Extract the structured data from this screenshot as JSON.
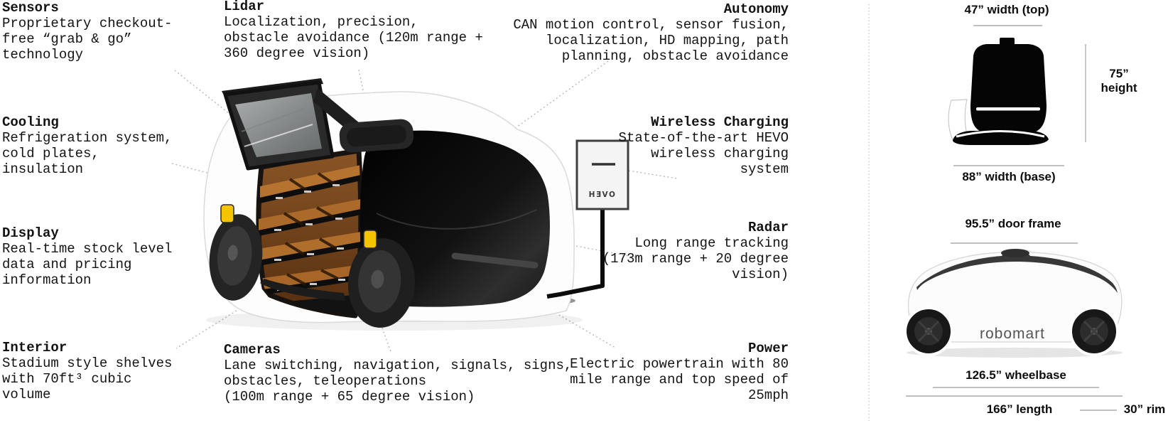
{
  "callouts": {
    "sensors": {
      "title": "Sensors",
      "body": "Proprietary checkout-\nfree “grab & go”\ntechnology"
    },
    "lidar": {
      "title": "Lidar",
      "body": "Localization, precision,\nobstacle avoidance (120m range +\n360 degree vision)"
    },
    "autonomy": {
      "title": "Autonomy",
      "body": "CAN motion control, sensor fusion,\nlocalization, HD mapping, path\nplanning, obstacle avoidance"
    },
    "cooling": {
      "title": "Cooling",
      "body": "Refrigeration system,\ncold plates,\ninsulation"
    },
    "wireless_charging": {
      "title": "Wireless Charging",
      "body": "State-of-the-art HEVO\nwireless charging\nsystem"
    },
    "display": {
      "title": "Display",
      "body": "Real-time stock level\ndata and pricing\ninformation"
    },
    "radar": {
      "title": "Radar",
      "body": "Long range tracking\n(173m range + 20 degree\nvision)"
    },
    "interior": {
      "title": "Interior",
      "body": "Stadium style shelves\nwith 70ft³ cubic\nvolume"
    },
    "cameras": {
      "title": "Cameras",
      "body": "Lane switching, navigation, signals, signs,\nobstacles, teleoperations\n(100m range + 65 degree vision)"
    },
    "power": {
      "title": "Power",
      "body": "Electric powertrain with 80\nmile range and top speed of\n25mph"
    }
  },
  "dimensions": {
    "width_top": "47” width (top)",
    "height": "75”\nheight",
    "width_base": "88” width (base)",
    "door_frame": "95.5” door frame",
    "wheelbase": "126.5” wheelbase",
    "length": "166” length",
    "rim": "30” rim"
  },
  "branding": {
    "vehicle_logo": "robomart",
    "charger_logo": "HƎVO"
  },
  "colors": {
    "accent_yellow": "#f4c400",
    "shelf_wood": "#a9672e",
    "canopy_black": "#0e0e0e"
  }
}
